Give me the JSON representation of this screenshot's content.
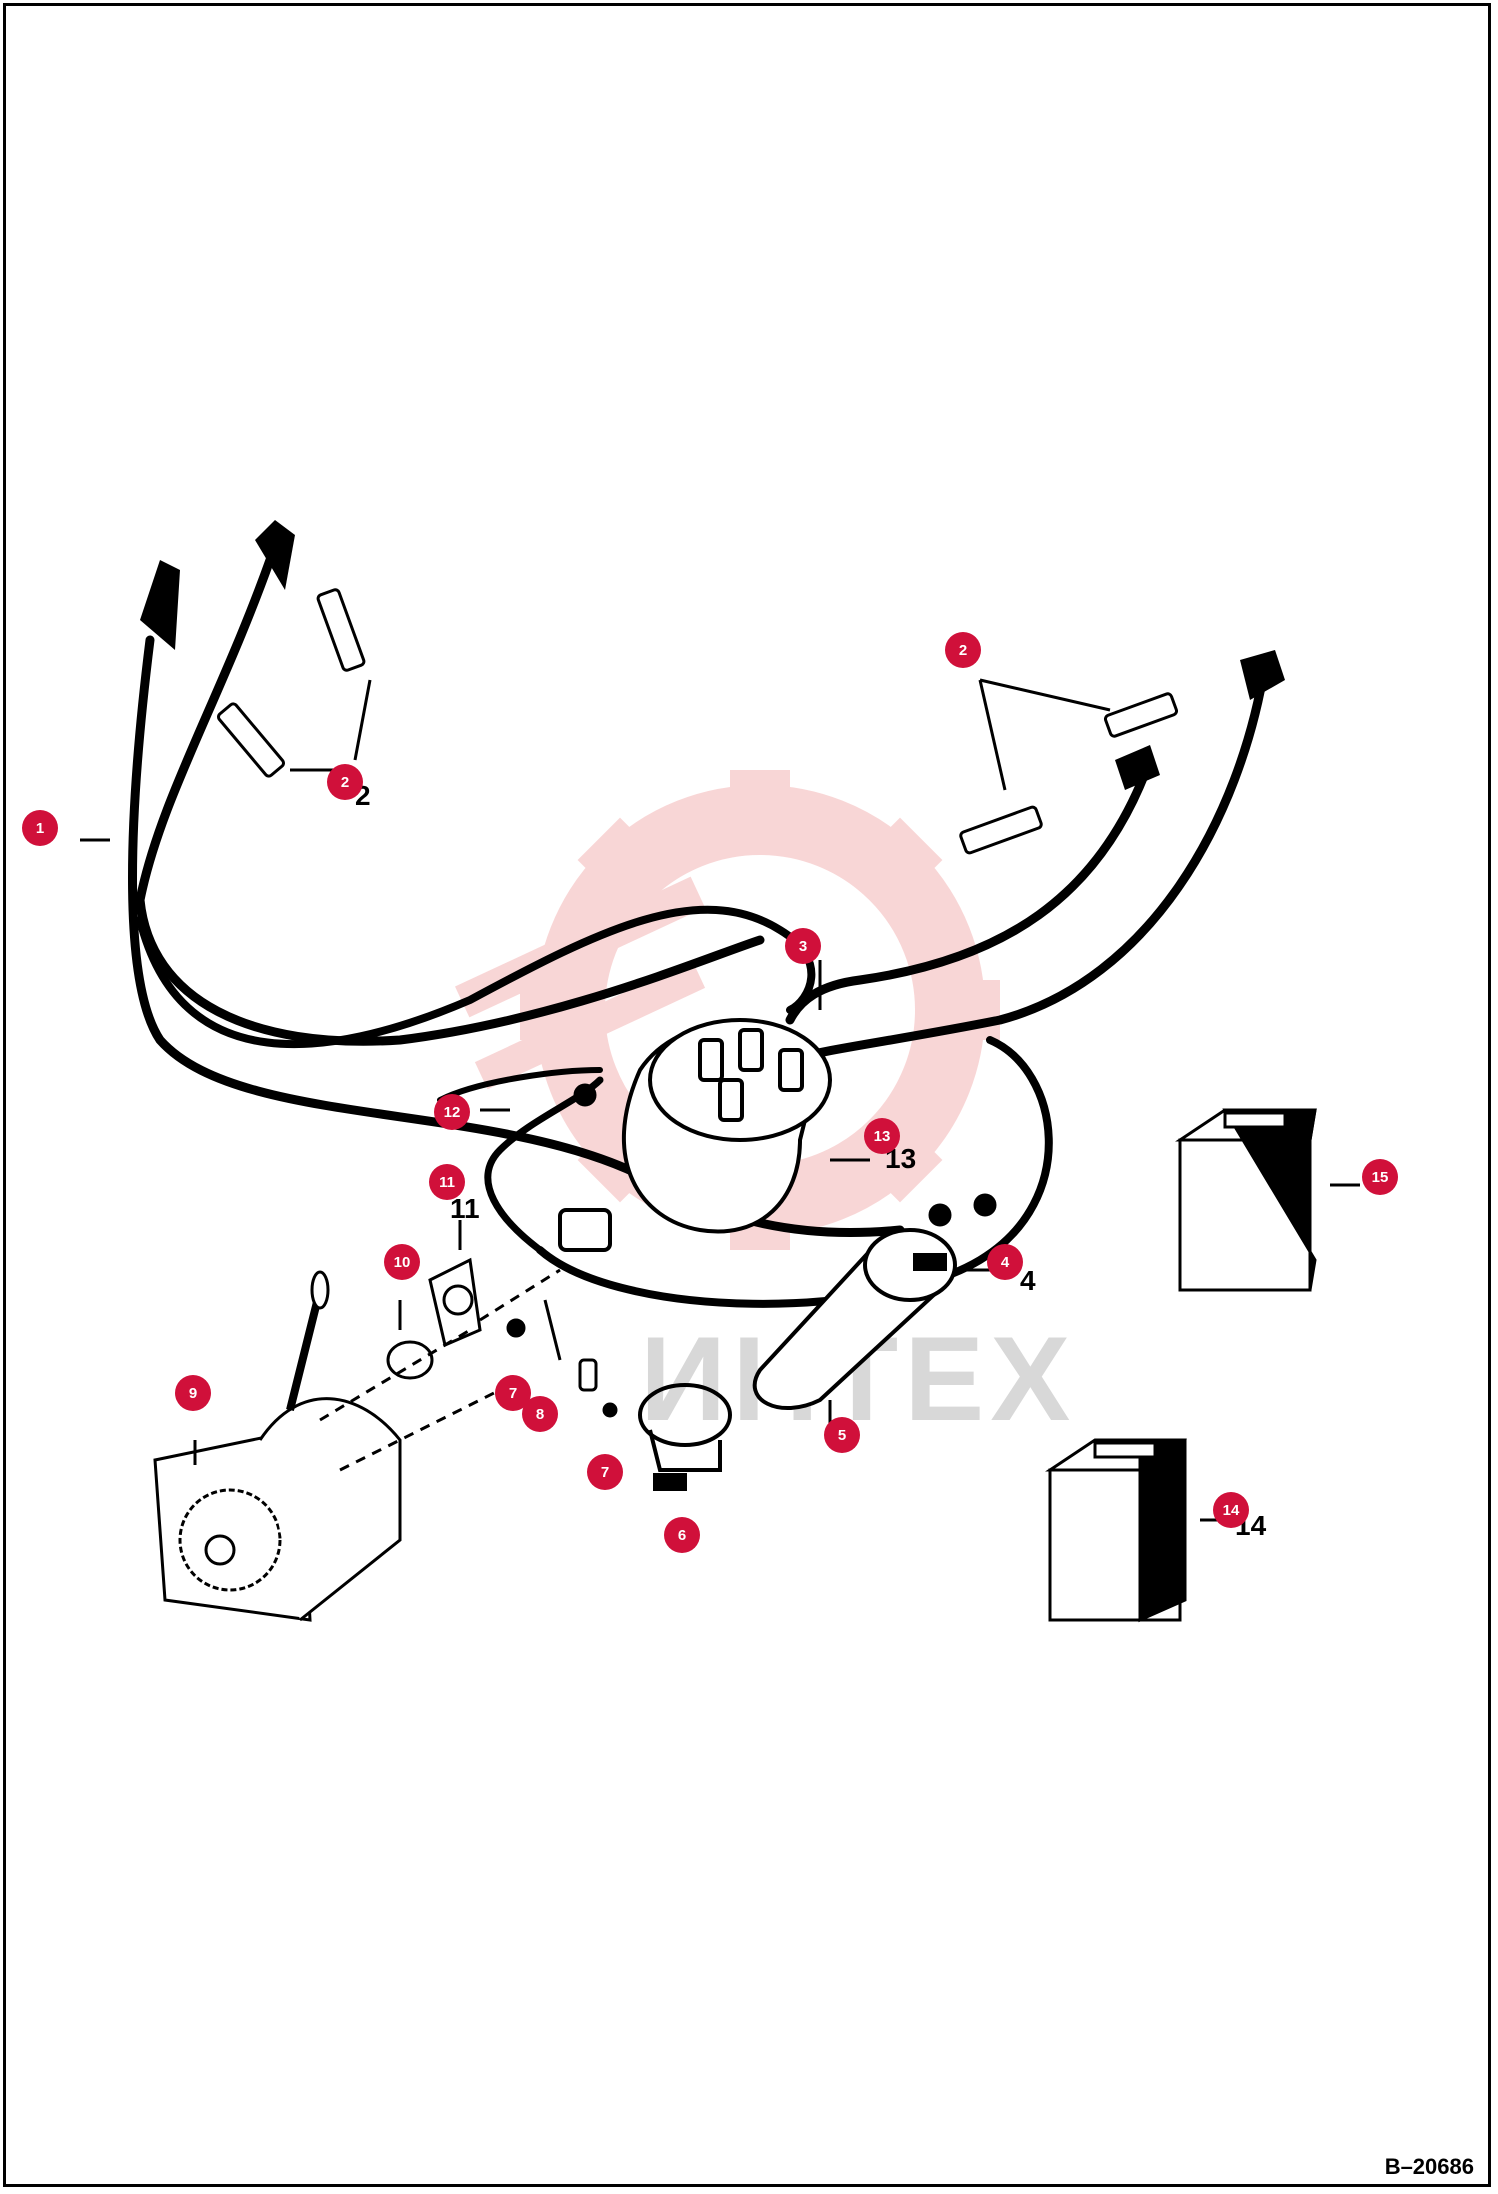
{
  "drawing_ref": "B–20686",
  "watermark": {
    "text": "ИНТЕХ",
    "color": "#f4b6b6"
  },
  "callout_color": "#d0103a",
  "callouts": [
    {
      "id": "1",
      "label": "1"
    },
    {
      "id": "2a",
      "label": "2"
    },
    {
      "id": "2b",
      "label": "2"
    },
    {
      "id": "3",
      "label": "3"
    },
    {
      "id": "4",
      "label": "4"
    },
    {
      "id": "5",
      "label": "5"
    },
    {
      "id": "6",
      "label": "6"
    },
    {
      "id": "7a",
      "label": "7"
    },
    {
      "id": "7b",
      "label": "7"
    },
    {
      "id": "8",
      "label": "8"
    },
    {
      "id": "9",
      "label": "9"
    },
    {
      "id": "10",
      "label": "10"
    },
    {
      "id": "11",
      "label": "11"
    },
    {
      "id": "12",
      "label": "12"
    },
    {
      "id": "13",
      "label": "13"
    },
    {
      "id": "14",
      "label": "14"
    },
    {
      "id": "15",
      "label": "15"
    }
  ],
  "printed_numbers": {
    "n2": "2",
    "n4": "4",
    "n13": "13",
    "n14": "14",
    "n11": "11"
  }
}
